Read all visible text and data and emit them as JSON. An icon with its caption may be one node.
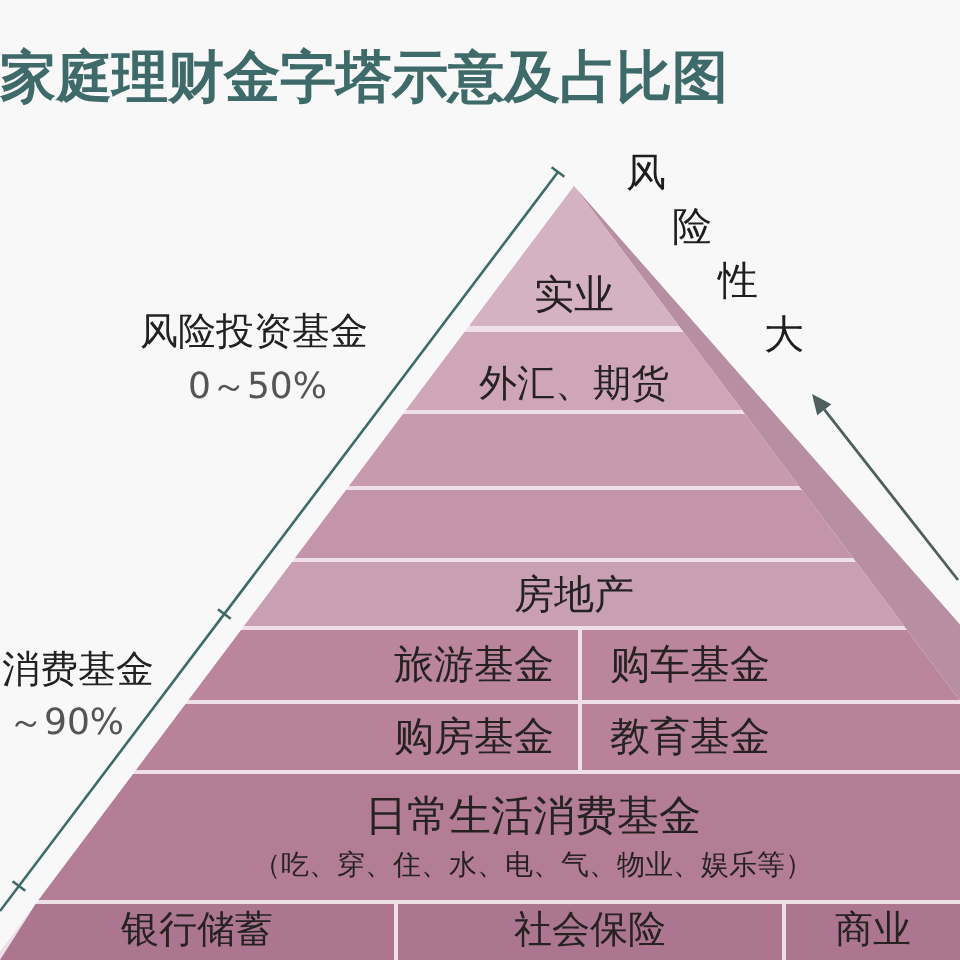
{
  "diagram": {
    "title": "家庭理财金字塔示意及占比图",
    "nodes": [
      {
        "text": [
          "实业"
        ]
      },
      {
        "text": [
          "外汇、期货"
        ]
      },
      {
        "text": [
          "房地产"
        ]
      },
      {
        "text": [
          "旅游基金"
        ]
      },
      {
        "text": [
          "购车基金"
        ]
      },
      {
        "text": [
          "购房基金"
        ]
      },
      {
        "text": [
          "教育基金"
        ]
      },
      {
        "text": [
          "日常生活消费基金",
          "（吃、穿、住、水、电、气、物业、娱乐等）"
        ]
      },
      {
        "text": [
          "银行储蓄"
        ]
      },
      {
        "text": [
          "社会保险"
        ]
      },
      {
        "text": [
          "商业"
        ]
      }
    ],
    "labels": [
      "风险性大",
      "风险投资基金",
      "0～50%",
      "消费基金",
      "～90%"
    ]
  }
}
